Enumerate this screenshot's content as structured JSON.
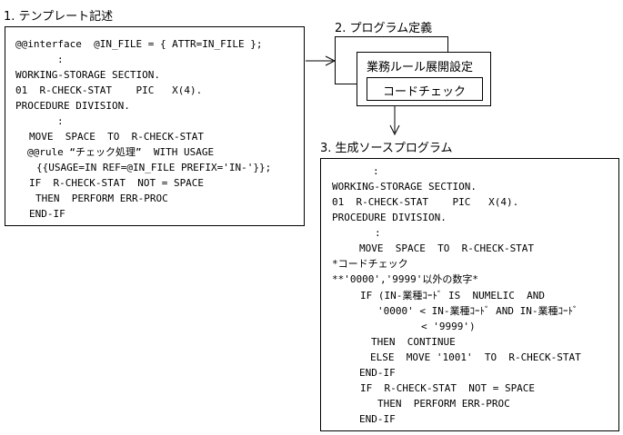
{
  "template": {
    "title": "1. テンプレート記述",
    "lines": [
      "@@interface  @IN_FILE = { ATTR=IN_FILE };",
      ":",
      "WORKING-STORAGE SECTION.",
      "01  R-CHECK-STAT    PIC   X(4).",
      "PROCEDURE DIVISION.",
      ":",
      "MOVE  SPACE  TO  R-CHECK-STAT",
      "@@rule “チェック処理”  WITH USAGE",
      "{{USAGE=IN REF=@IN_FILE PREFIX='IN-'}};",
      "IF  R-CHECK-STAT  NOT = SPACE",
      "THEN  PERFORM ERR-PROC",
      "END-IF"
    ]
  },
  "program": {
    "title": "2. プログラム定義",
    "rule_label": "業務ルール展開設定",
    "code_check_label": "コードチェック"
  },
  "generated": {
    "title": "3. 生成ソースプログラム",
    "lines": [
      ":",
      "WORKING-STORAGE SECTION.",
      "01  R-CHECK-STAT    PIC   X(4).",
      "PROCEDURE DIVISION.",
      ":",
      "MOVE  SPACE  TO  R-CHECK-STAT",
      "*コードチェック",
      "**'0000','9999'以外の数字*",
      "IF (IN-業種ｺｰﾄﾞ IS  NUMELIC  AND",
      "'0000' < IN-業種ｺｰﾄﾞ AND IN-業種ｺｰﾄﾞ",
      "< '9999')",
      "THEN  CONTINUE",
      "ELSE  MOVE '1001'  TO  R-CHECK-STAT",
      "END-IF",
      "IF  R-CHECK-STAT  NOT = SPACE",
      "THEN  PERFORM ERR-PROC",
      "END-IF"
    ]
  }
}
